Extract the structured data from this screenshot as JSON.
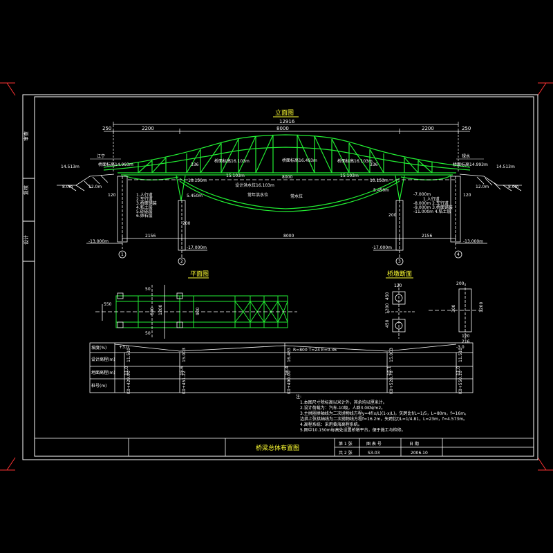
{
  "colors": {
    "background": "#000000",
    "frame": "#ffffff",
    "structure": "#22ee33",
    "dims": "#ffffff",
    "accent": "#ff3333",
    "cyan": "#33dddd",
    "yellow": "#ffff33"
  },
  "side_block": {
    "labels": [
      "审查",
      "复核",
      "设计"
    ]
  },
  "elevation": {
    "title": "立面图",
    "total_dim": "12916",
    "top_dims": [
      "250",
      "2200",
      "8000",
      "2200",
      "250"
    ],
    "left_bank": "江宁",
    "right_bank": "禄水",
    "left_deck_label": "桥面标高14.993m",
    "left_end_elev": "14.513m",
    "right_deck_label": "桥面标高14.993m",
    "right_end_elev": "14.513m",
    "inner_left_label": "桥面标高16.103m",
    "crown_label": "桥面标高16.493m",
    "inner_right_label": "桥面标高16.103m",
    "left_ground": "8.0m",
    "left_level": "12.0m",
    "right_level": "12.0m",
    "right_ground": "8.0m",
    "dim_336_left": "336",
    "dim_336_right": "336",
    "span_center": "8000",
    "mid_elev_1": "15.103m",
    "mid_elev_2": "15.103m",
    "design_water": "设计洪水位16.103m",
    "normal_water": "常年洪水位",
    "water_line": "常水位",
    "left_pier_elev": "10.150m",
    "right_pier_elev": "10.150m",
    "left_low": "5.450m",
    "right_low": "5.450m",
    "left_120": "120",
    "right_120": "120",
    "bottom_dims": [
      "2156",
      "8000",
      "2156"
    ],
    "left_base": "-13.000m",
    "left_pile": "-17.000m",
    "right_pile": "-17.000m",
    "right_base": "-13.000m",
    "pier_dim_left": "200",
    "pier_dim_right": "200",
    "axes": [
      "1",
      "2",
      "3",
      "4"
    ],
    "soil_legend_left": [
      "1.人行道",
      "2.车行道",
      "3.桥面铺装",
      "4.粘土层",
      "5.砂砾层",
      "6.卵石层"
    ],
    "soil_legend_right": [
      "-7.000m",
      "1.人行道",
      "-8.000m 2.车行道",
      "-9.000m 3.桥面铺装",
      "-11.000m 4.粘土层"
    ]
  },
  "plan": {
    "title": "平面图",
    "dims": [
      "550",
      "50",
      "900",
      "1200",
      "500",
      "50"
    ],
    "bays": 4
  },
  "section": {
    "title": "桥墩断面",
    "top_dims": [
      "120",
      "200"
    ],
    "right_dims": [
      "300",
      "1200"
    ],
    "left_dims": [
      "450",
      "1200",
      "450"
    ],
    "bottom_dims": [
      "120",
      "216"
    ]
  },
  "table": {
    "row_labels": [
      "坡度(%)",
      "设计高程(m)",
      "地面高程(m)",
      "桩号(m)"
    ],
    "grade_left": "+3.0",
    "grade_right": "-3.0",
    "curve_text": "R=800     T=24     E=0.36",
    "columns": [
      {
        "design": "11.510",
        "ground": "11.0",
        "station": "K0+429.90"
      },
      {
        "design": "15.003",
        "ground": "15.6",
        "station": "K0+451.22"
      },
      {
        "design": "16.483",
        "ground": "16.4",
        "station": "K0+490.00"
      },
      {
        "design": "15.003",
        "ground": "15.1",
        "station": "K0+528.78"
      },
      {
        "design": "11.510",
        "ground": "11.0",
        "station": "K0+550.10"
      }
    ]
  },
  "notes": {
    "header": "注:",
    "items": [
      "1.本图尺寸除标高以米计外，其余均以厘米计。",
      "2.设计荷载为：汽车-10级，人群3.0KN/m2。",
      "3.主拱圈拱轴线为二次抛物线方程y=4f(x/L)(1-x/L)，矢跨比f/L=1/5，L=80m，f=16m。",
      "   边拱上弦拱轴线为二次抛物线方程f=16.2m，矢跨比f/L=1/4.81，L=23m，f=4.573m。",
      "4.高程系统：采用黄海高程系统。",
      "5.图中10.150m标高处设置桥墩平台，便于施工与检修。"
    ]
  },
  "title_block": {
    "drawing_title": "桥梁总体布置图",
    "sheet_label": "第 1 张",
    "total_label": "共 2 张",
    "drawing_no_label": "图 表 号",
    "drawing_no": "S3-03",
    "date_label": "日    期",
    "date": "2006.10"
  }
}
